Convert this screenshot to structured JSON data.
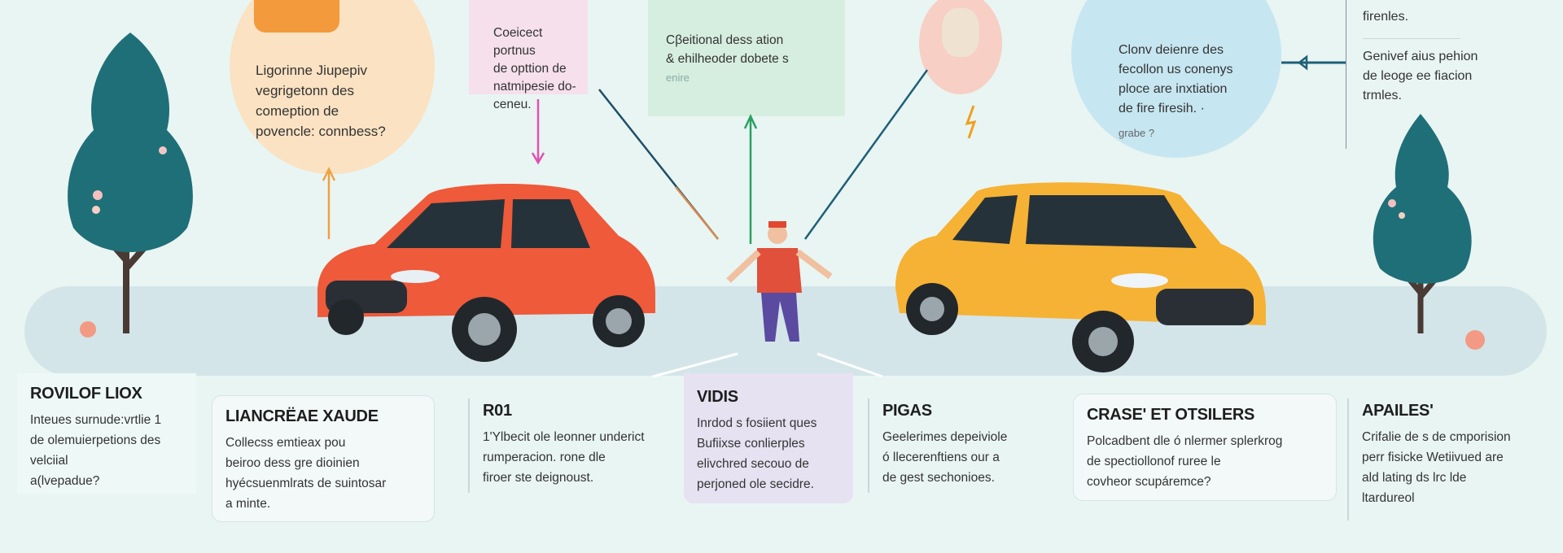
{
  "top": {
    "orange_bubble": [
      "Ligorinne Jiupepiv",
      "vegrigetonn des",
      "comeption de",
      "povencle: connbess?"
    ],
    "pink_box": [
      "Coeicect portnus",
      "de opttion de",
      "natmipesie do-",
      "ceneu."
    ],
    "green_box": [
      "Cβeitional dess ation",
      "& ehilheoder dobete s",
      "enire"
    ],
    "blue_bubble": [
      "Clonv deienre des",
      "fecollon us conenys",
      "ploce are inxtiation",
      "de fire firesih. ·",
      "grabe ?"
    ],
    "right_note": {
      "top_line": "firenles.",
      "body": [
        "Genivef aius pehion",
        "de leoge ee fiacion",
        "trmles."
      ]
    }
  },
  "cards": [
    {
      "title": "ROVILOF LIOX",
      "lines": [
        "Inteues surnude:vrtlie 1",
        "de olemuierpetions des",
        "velciial",
        "a(lvepadue?"
      ]
    },
    {
      "title": "LIANCRËAE XAUDE",
      "lines": [
        "Collecss emtieax pou",
        "beiroo dess gre dioinien",
        "hyécsuenmlrats de suintosar",
        "a minte."
      ]
    },
    {
      "title": "R01",
      "lines": [
        "1'Ylbecit ole leonner underict",
        "rumperacion. rone dle",
        "firoer ste deignoust."
      ]
    },
    {
      "title": "VIDIS",
      "lines": [
        "Inrdod s fosiient ques",
        "Bufiixse conlierples",
        "elivchred secouo de",
        "perjoned ole secidre."
      ]
    },
    {
      "title": "PIGAS",
      "lines": [
        "Geelerimes depeiviole",
        "ó llecerenftiens our a",
        "de gest sechonioes."
      ]
    },
    {
      "title": "CRASE' ET OTSILERS",
      "lines": [
        "Polcadbent dle ó nlermer splerkrog",
        "de spectiollonof ruree le",
        "covheor scupáremce?"
      ]
    },
    {
      "title": "APAILES'",
      "lines": [
        "Crifalie de s de cmporision",
        "perr fisicke Wetiivued are",
        "ald lating ds lrc lde",
        "ltardureol"
      ]
    }
  ],
  "colors": {
    "background": "#e9f5f3",
    "red_car": "#ee5a3a",
    "yellow_car": "#f6b234",
    "tree": "#1f6f78",
    "vidis_card": "#e6e2f2"
  }
}
